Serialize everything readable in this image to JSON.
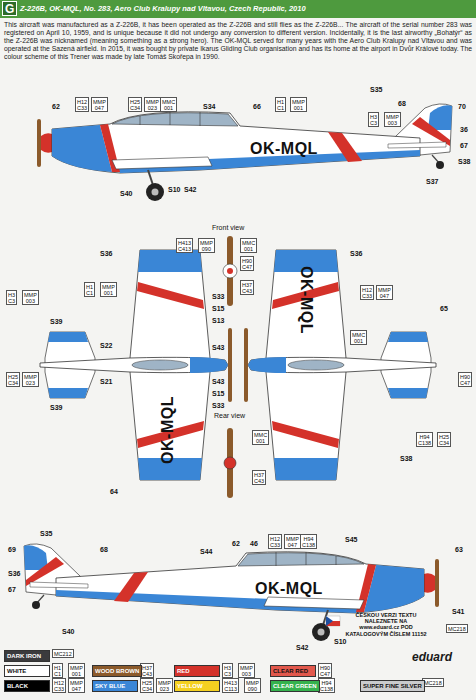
{
  "diagram": {
    "title": "Z-226B, OK-MQL, No. 283, Aero Club Kralupy nad Vltavou, Czech Republic, 2010",
    "nodes": [
      {
        "text": [
          "G"
        ]
      }
    ],
    "labels": [
      "This aircraft was manufactured as a Z-226B, it has been operated as the Z-226B and still flies as the Z-226B... The aircraft of the serial number 283 was registered on April 10, 1959, and is unique because it did not undergo any conversion to different version. Incidentally, it is the last airworthy „Bohatýr“ as the Z-226B was nicknamed (meaning something as a strong hero). The OK-MQL served for many years with the Aero Club Kralupy nad Vltavou and was operated at the Sazená airfield. In 2015, it was bought by private Ikarus Gliding Club organisation and has its home at the airport in Dvůr Králové today. The colour scheme of this Trener was made by late Tomáš Skořepa in 1990.",
      "62",
      "H12 C33",
      "MMP 047",
      "H25 C34",
      "MMP 023",
      "MMC 001",
      "S34",
      "66",
      "H1 C1",
      "MMP 001",
      "S35",
      "68",
      "70",
      "H3 C3",
      "MMP 003",
      "36",
      "67",
      "S38",
      "S37",
      "S40",
      "S10",
      "S42",
      "OK-MQL",
      "Front view",
      "H413 C413",
      "MMP 090",
      "MMC 001",
      "H90 C47",
      "H37 C43",
      "S36",
      "H1 C1",
      "MMP 001",
      "H3 C3",
      "MMP 003",
      "S39",
      "S22",
      "S33",
      "S15",
      "S13",
      "S43",
      "S39",
      "S21",
      "S43",
      "S15",
      "S33",
      "64",
      "H25 C34",
      "MMP 023",
      "OK-MQL",
      "S36",
      "65",
      "H12 C33",
      "MMP 047",
      "MMC 001",
      "H90 C47",
      "H94 C138",
      "H25 C34",
      "S38",
      "OK-MQL",
      "Rear view",
      "MMC 001",
      "H37 C43",
      "S35",
      "69",
      "S36",
      "67",
      "68",
      "S44",
      "62",
      "46",
      "H12 C33",
      "MMP 047",
      "H94 C138",
      "S45",
      "63",
      "S40",
      "S41",
      "S42",
      "S10",
      "MC218",
      "OK-MQL",
      "ČESKOU VERZI TEXTU NALEZNETE NA www.eduard.cz POD KATALOGOVÝM ČÍSLEM 11152",
      "eduard",
      "MC212",
      "H1 C1",
      "MMP 001",
      "H37 C43",
      "H3 C3",
      "MMP 003",
      "H90 C47",
      "H12 C33",
      "MMP 047",
      "H25 C34",
      "MMP 023",
      "H413 C113",
      "MMP 090",
      "H94 C138",
      "MC218"
    ],
    "legend": [
      {
        "text": "DARK IRON",
        "color": "#3b3b3d"
      },
      {
        "text": "WHITE",
        "color": "#ffffff"
      },
      {
        "text": "WOOD BROWN",
        "color": "#8b5a2b"
      },
      {
        "text": "RED",
        "color": "#d4322a"
      },
      {
        "text": "CLEAR RED",
        "color": "#e2584c"
      },
      {
        "text": "BLACK",
        "color": "#000000"
      },
      {
        "text": "SKY BLUE",
        "color": "#3a86d6"
      },
      {
        "text": "YELLOW",
        "color": "#f4d020"
      },
      {
        "text": "CLEAR GREEN",
        "color": "#35b24d"
      },
      {
        "text": "SUPER FINE SILVER",
        "color": "#c9cbcd"
      }
    ]
  }
}
